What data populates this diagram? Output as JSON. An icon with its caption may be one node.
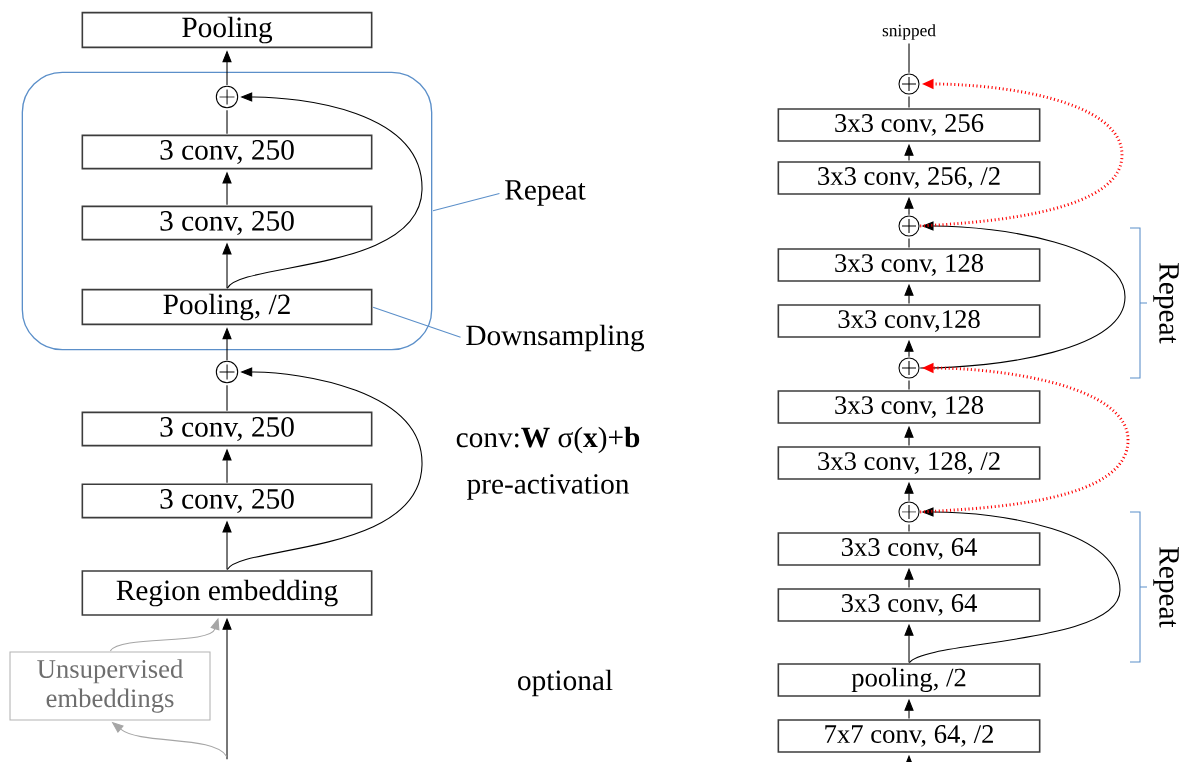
{
  "diagram": {
    "nodes": [
      {
        "text": [
          "Pooling"
        ]
      },
      {
        "text": [],
        "shape": "box"
      },
      {
        "text": [],
        "shape": "circle",
        "in": 1
      },
      {
        "text": [
          "3 conv, 250"
        ],
        "in": 1
      },
      {
        "text": [
          "3 conv, 250"
        ],
        "in": 1
      },
      {
        "text": [
          "Pooling, /2"
        ],
        "in": 1
      },
      {
        "text": [
          "Repeat"
        ]
      },
      {
        "text": [
          "Downsampling"
        ]
      },
      {
        "text": [],
        "shape": "circle"
      },
      {
        "text": [
          "3 conv, 250"
        ]
      },
      {
        "text": [
          "3 conv, 250"
        ]
      },
      {
        "text": [
          "Region embedding"
        ]
      },
      {
        "text": [
          "Unsupervised embeddings"
        ]
      },
      {
        "text": [
          "snipped"
        ]
      },
      {
        "text": [],
        "shape": "circle"
      },
      {
        "text": [
          "3x3 conv, 256"
        ]
      },
      {
        "text": [
          "3x3 conv, 256, /2"
        ]
      },
      {
        "text": [],
        "shape": "circle"
      },
      {
        "text": [
          "3x3 conv, 128"
        ]
      },
      {
        "text": [
          "3x3 conv,128"
        ]
      },
      {
        "text": [],
        "shape": "circle"
      },
      {
        "text": [
          "3x3 conv, 128"
        ]
      },
      {
        "text": [
          "3x3 conv, 128, /2"
        ]
      },
      {
        "text": [],
        "shape": "circle"
      },
      {
        "text": [
          "3x3 conv, 64"
        ]
      },
      {
        "text": [
          "3x3 conv, 64"
        ]
      },
      {
        "text": [
          "pooling, /2"
        ]
      },
      {
        "text": [
          "7x7 conv, 64, /2"
        ]
      }
    ],
    "edges": [
      {
        "from": 5,
        "to": 4,
        "arrow": "to"
      },
      {
        "from": 4,
        "to": 3,
        "arrow": "to"
      },
      {
        "from": 3,
        "to": 2,
        "arrow": "none"
      },
      {
        "from": 2,
        "to": 0,
        "arrow": "to"
      },
      {
        "from": 5,
        "to": 2,
        "arrow": "to"
      },
      {
        "from": 8,
        "to": 5,
        "arrow": "to"
      },
      {
        "from": 9,
        "to": 8,
        "arrow": "none"
      },
      {
        "from": 10,
        "to": 9,
        "arrow": "to"
      },
      {
        "from": 11,
        "to": 10,
        "arrow": "to"
      },
      {
        "from": 11,
        "to": 8,
        "arrow": "to"
      },
      {
        "from": null,
        "to": 11,
        "arrow": "to"
      },
      {
        "from": null,
        "to": 12,
        "arrow": "to",
        "color": "#a6a6a6"
      },
      {
        "from": 12,
        "to": 11,
        "arrow": "to",
        "color": "#a6a6a6"
      },
      {
        "from": 1,
        "to": 6,
        "arrow": "none",
        "color": "#5b8fc9"
      },
      {
        "from": 5,
        "to": 7,
        "arrow": "none",
        "color": "#5b8fc9"
      },
      {
        "from": null,
        "to": 27,
        "arrow": "to"
      },
      {
        "from": 27,
        "to": 26,
        "arrow": "to"
      },
      {
        "from": 26,
        "to": 25,
        "arrow": "to"
      },
      {
        "from": 25,
        "to": 24,
        "arrow": "to"
      },
      {
        "from": 24,
        "to": 23,
        "arrow": "none"
      },
      {
        "from": 23,
        "to": 22,
        "arrow": "to"
      },
      {
        "from": 22,
        "to": 21,
        "arrow": "to"
      },
      {
        "from": 21,
        "to": 20,
        "arrow": "none"
      },
      {
        "from": 20,
        "to": 19,
        "arrow": "to"
      },
      {
        "from": 19,
        "to": 18,
        "arrow": "to"
      },
      {
        "from": 18,
        "to": 17,
        "arrow": "none"
      },
      {
        "from": 17,
        "to": 16,
        "arrow": "to"
      },
      {
        "from": 16,
        "to": 15,
        "arrow": "to"
      },
      {
        "from": 15,
        "to": 14,
        "arrow": "none"
      },
      {
        "from": 14,
        "to": 13,
        "arrow": "none"
      },
      {
        "from": 26,
        "to": 23,
        "arrow": "to"
      },
      {
        "from": 20,
        "to": 17,
        "arrow": "to"
      },
      {
        "from": 17,
        "to": 14,
        "arrow": "to",
        "style": "dashed",
        "color": "#ff0000"
      },
      {
        "from": 23,
        "to": 20,
        "arrow": "to",
        "style": "dashed",
        "color": "#ff0000"
      }
    ],
    "labels": [
      "conv:**W** σ(**x**)+**b**",
      "pre-activation",
      "optional",
      "Repeat",
      "Repeat"
    ]
  }
}
